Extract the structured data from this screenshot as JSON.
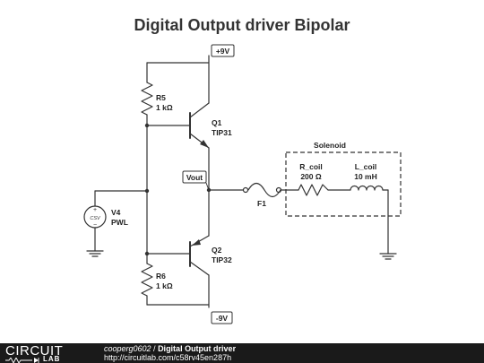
{
  "title": "Digital Output driver Bipolar",
  "nets": {
    "vpos": "+9V",
    "vneg": "-9V",
    "vout": "Vout"
  },
  "components": {
    "r5": {
      "name": "R5",
      "value": "1 kΩ"
    },
    "r6": {
      "name": "R6",
      "value": "1 kΩ"
    },
    "q1": {
      "name": "Q1",
      "value": "TIP31"
    },
    "q2": {
      "name": "Q2",
      "value": "TIP32"
    },
    "v4": {
      "name": "V4",
      "value": "PWL",
      "symbol": "CSV"
    },
    "f1": {
      "name": "F1"
    },
    "r_coil": {
      "name": "R_coil",
      "value": "200 Ω"
    },
    "l_coil": {
      "name": "L_coil",
      "value": "10 mH"
    }
  },
  "solenoid": {
    "label": "Solenoid"
  },
  "footer": {
    "logo_circuit": "CIRCUIT",
    "logo_lab": "LAB",
    "user": "cooperg0602",
    "separator": " / ",
    "circuit_title": "Digital Output driver",
    "url": "http://circuitlab.com/c58rv45en287h"
  }
}
